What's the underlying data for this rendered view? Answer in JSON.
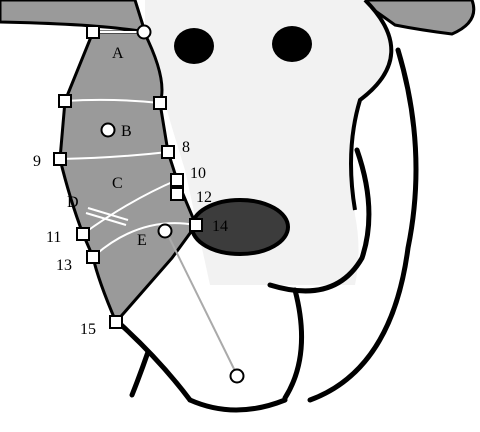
{
  "colors": {
    "background": "#ffffff",
    "ear": "#9a9a9a",
    "face": "#f2f2f2",
    "outline": "#000000",
    "eye": "#000000",
    "nose": "#3c3c3c",
    "region_fill": "#9a9a9a",
    "region_edge": "#ffffff",
    "handle_fill": "#ffffff",
    "pointer_line": "#aaaaaa"
  },
  "region_labels": {
    "a": "A",
    "b": "B",
    "c": "C",
    "d": "D",
    "e": "E"
  },
  "point_labels": {
    "p8": "8",
    "p9": "9",
    "p10": "10",
    "p11": "11",
    "p12": "12",
    "p13": "13",
    "p14": "14",
    "p15": "15"
  }
}
